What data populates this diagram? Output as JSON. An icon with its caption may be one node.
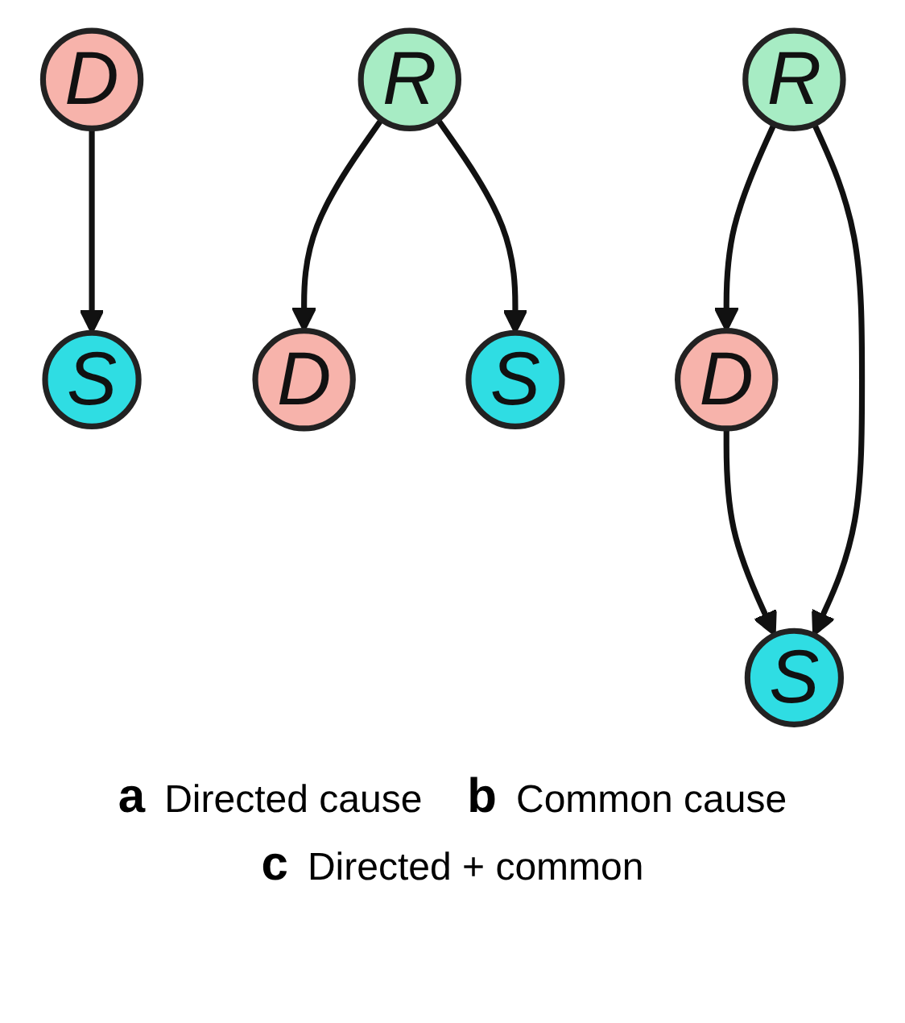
{
  "diagram": {
    "nodes": [
      {
        "text": [
          "D"
        ]
      },
      {
        "text": [
          "S"
        ]
      },
      {
        "text": [
          "D"
        ]
      },
      {
        "text": [
          "R"
        ]
      },
      {
        "text": [
          "S"
        ]
      },
      {
        "text": [
          "D"
        ]
      },
      {
        "text": [
          "R"
        ]
      },
      {
        "text": [
          "S"
        ]
      }
    ],
    "edges": [
      {
        "from": 0,
        "to": 1,
        "arrow": "to"
      },
      {
        "from": 3,
        "to": 2,
        "arrow": "to"
      },
      {
        "from": 3,
        "to": 4,
        "arrow": "to"
      },
      {
        "from": 5,
        "to": 7,
        "arrow": "to"
      },
      {
        "from": 6,
        "to": 5,
        "arrow": "to"
      },
      {
        "from": 6,
        "to": 7,
        "arrow": "to"
      }
    ],
    "labels": [
      "a",
      "Directed cause",
      "b",
      "Common cause",
      "c",
      "Directed + common"
    ]
  }
}
